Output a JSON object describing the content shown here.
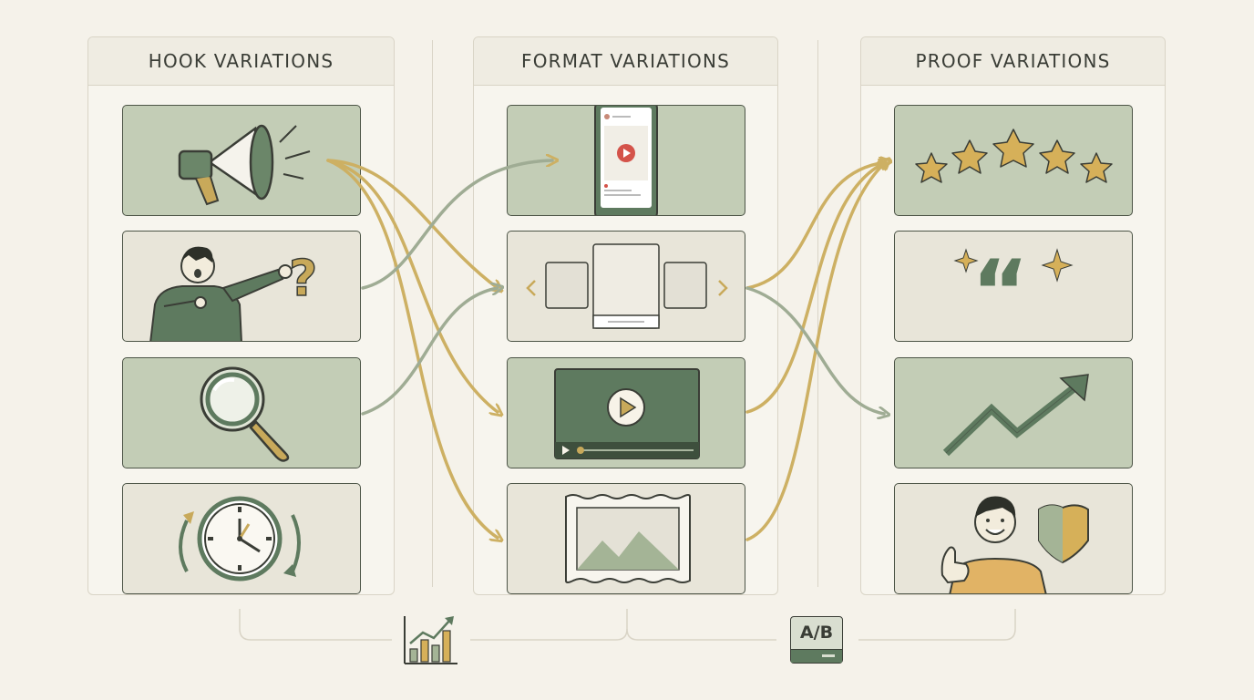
{
  "columns": {
    "hook": {
      "title": "HOOK VARIATIONS"
    },
    "format": {
      "title": "FORMAT VARIATIONS"
    },
    "proof": {
      "title": "PROOF VARIATIONS"
    }
  },
  "cards": {
    "hook": [
      "megaphone-icon",
      "pointing-person-question-icon",
      "magnifying-glass-icon",
      "clock-cycle-icon"
    ],
    "format": [
      "phone-video-post-icon",
      "carousel-icon",
      "video-player-icon",
      "image-frame-icon"
    ],
    "proof": [
      "five-stars-icon",
      "testimonial-quote-icon",
      "growth-arrow-icon",
      "happy-customer-shield-icon"
    ]
  },
  "footer": {
    "chart_icon": "bar-chart-growth-icon",
    "ab_label": "A/B"
  },
  "colors": {
    "background": "#f5f2ea",
    "card_green": "#c3cdb6",
    "card_beige": "#e8e5d9",
    "accent_gold": "#c8a95a",
    "accent_green": "#5e7a5f",
    "ink": "#3a3d36",
    "flow_gold": "#cdb063",
    "flow_gray_green": "#9fac94"
  }
}
